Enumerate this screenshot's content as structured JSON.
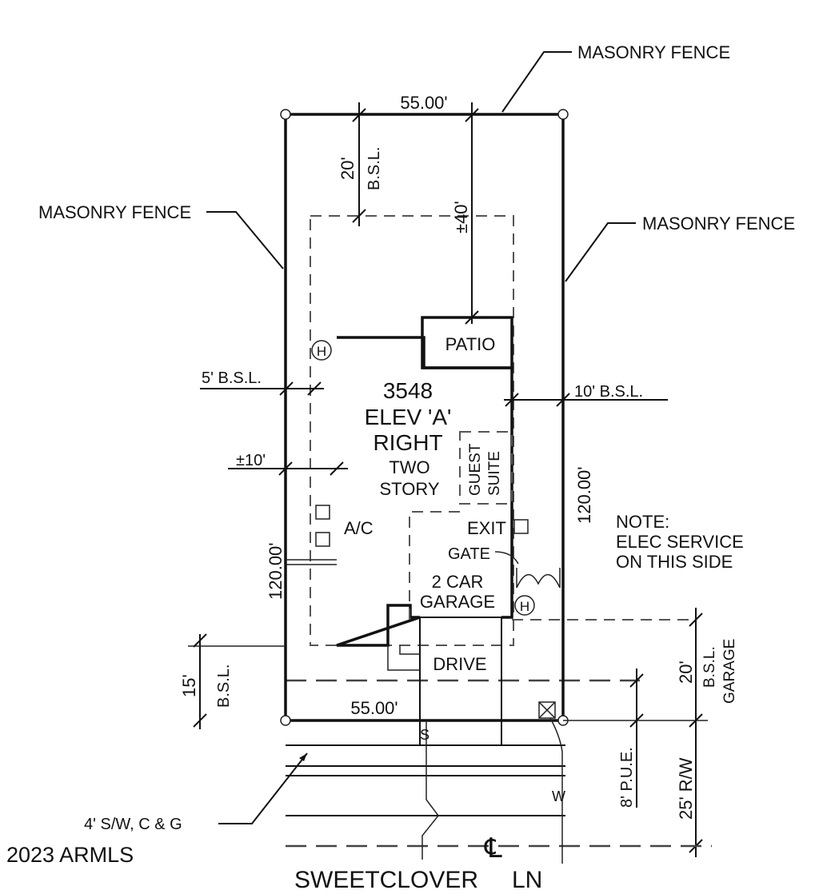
{
  "lot": {
    "top_width": "55.00'",
    "bottom_width": "55.00'",
    "left_depth": "120.00'",
    "right_depth": "120.00'",
    "rear_setback": "20'",
    "rear_setback_label": "B.S.L.",
    "rear_distance": "±40'",
    "side_setback_left": "5' B.S.L.",
    "side_setback_right": "10' B.S.L.",
    "side_distance_left": "±10'",
    "front_setback": "15'",
    "front_setback_label": "B.S.L.",
    "garage_setback": "20'",
    "garage_setback_label1": "B.S.L.",
    "garage_setback_label2": "GARAGE",
    "pue": "8' P.U.E.",
    "rw": "25' R/W"
  },
  "fences": {
    "top": "MASONRY FENCE",
    "left": "MASONRY FENCE",
    "right": "MASONRY FENCE"
  },
  "house": {
    "plan": "3548",
    "elev": "ELEV 'A'",
    "orientation": "RIGHT",
    "stories1": "TWO",
    "stories2": "STORY",
    "patio": "PATIO",
    "guest1": "GUEST",
    "guest2": "SUITE",
    "ac": "A/C",
    "exit": "EXIT",
    "gate": "GATE",
    "garage1": "2 CAR",
    "garage2": "GARAGE",
    "drive": "DRIVE",
    "hose_bib": "H"
  },
  "note": {
    "line1": "NOTE:",
    "line2": "ELEC SERVICE",
    "line3": "ON THIS SIDE"
  },
  "street": {
    "sidewalk": "4' S/W, C & G",
    "name": "SWEETCLOVER",
    "suffix": "LN",
    "sewer": "S",
    "water": "W",
    "centerline": "℄"
  },
  "copyright": "2023 ARMLS"
}
